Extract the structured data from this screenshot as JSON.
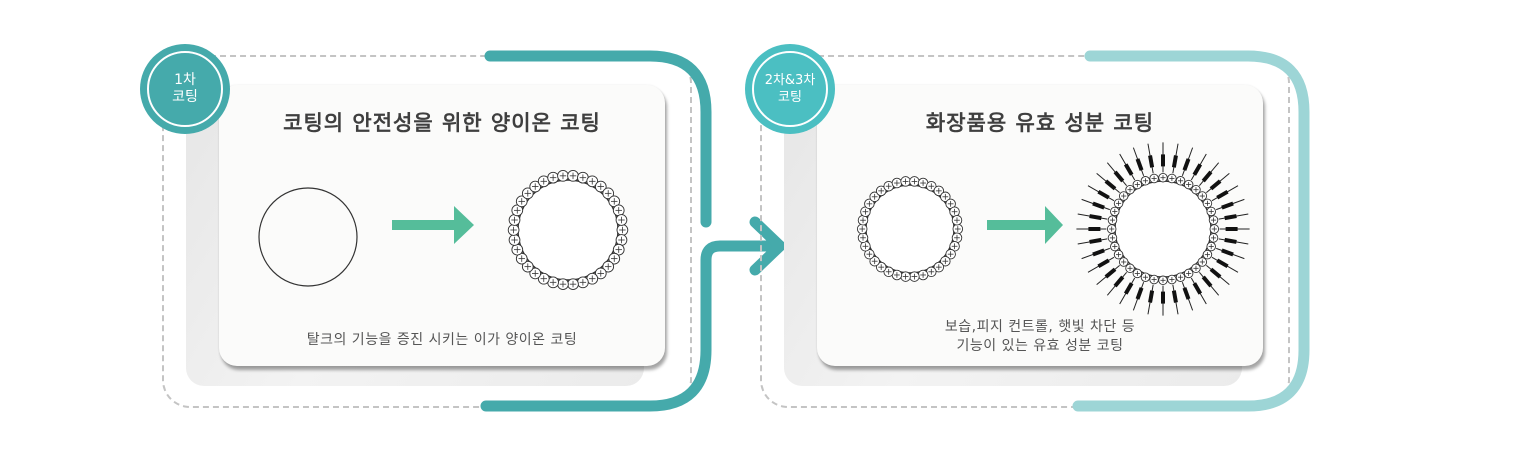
{
  "colors": {
    "step1_teal": "#45aaab",
    "step2_teal": "#4bbfc2",
    "step2_light_teal": "#9dd5d6",
    "arrow_green": "#55bd9a",
    "dash_gray": "#c4c4c4",
    "title_text": "#3f3f3f",
    "desc_text": "#555555"
  },
  "steps": [
    {
      "badge": {
        "line1": "1차",
        "line2": "코팅"
      },
      "title": "코팅의 안전성을 위한 양이온 코팅",
      "description_lines": [
        "탈크의 기능을 증진 시키는 이가 양이온 코팅"
      ],
      "illustration": {
        "before": "plain-particle-circle",
        "arrow": "green-right-arrow",
        "after": "particle-with-cation-layer"
      }
    },
    {
      "badge": {
        "line1": "2차&3차",
        "line2": "코팅"
      },
      "title": "화장품용 유효 성분 코팅",
      "description_lines": [
        "보습,피지 컨트롤, 햇빛 차단 등",
        "기능이 있는 유효 성분 코팅"
      ],
      "illustration": {
        "before": "particle-with-cation-layer",
        "arrow": "green-right-arrow",
        "after": "particle-with-active-ingredient-chains"
      }
    }
  ],
  "connector": {
    "icon": "chevron-right-arrow"
  }
}
